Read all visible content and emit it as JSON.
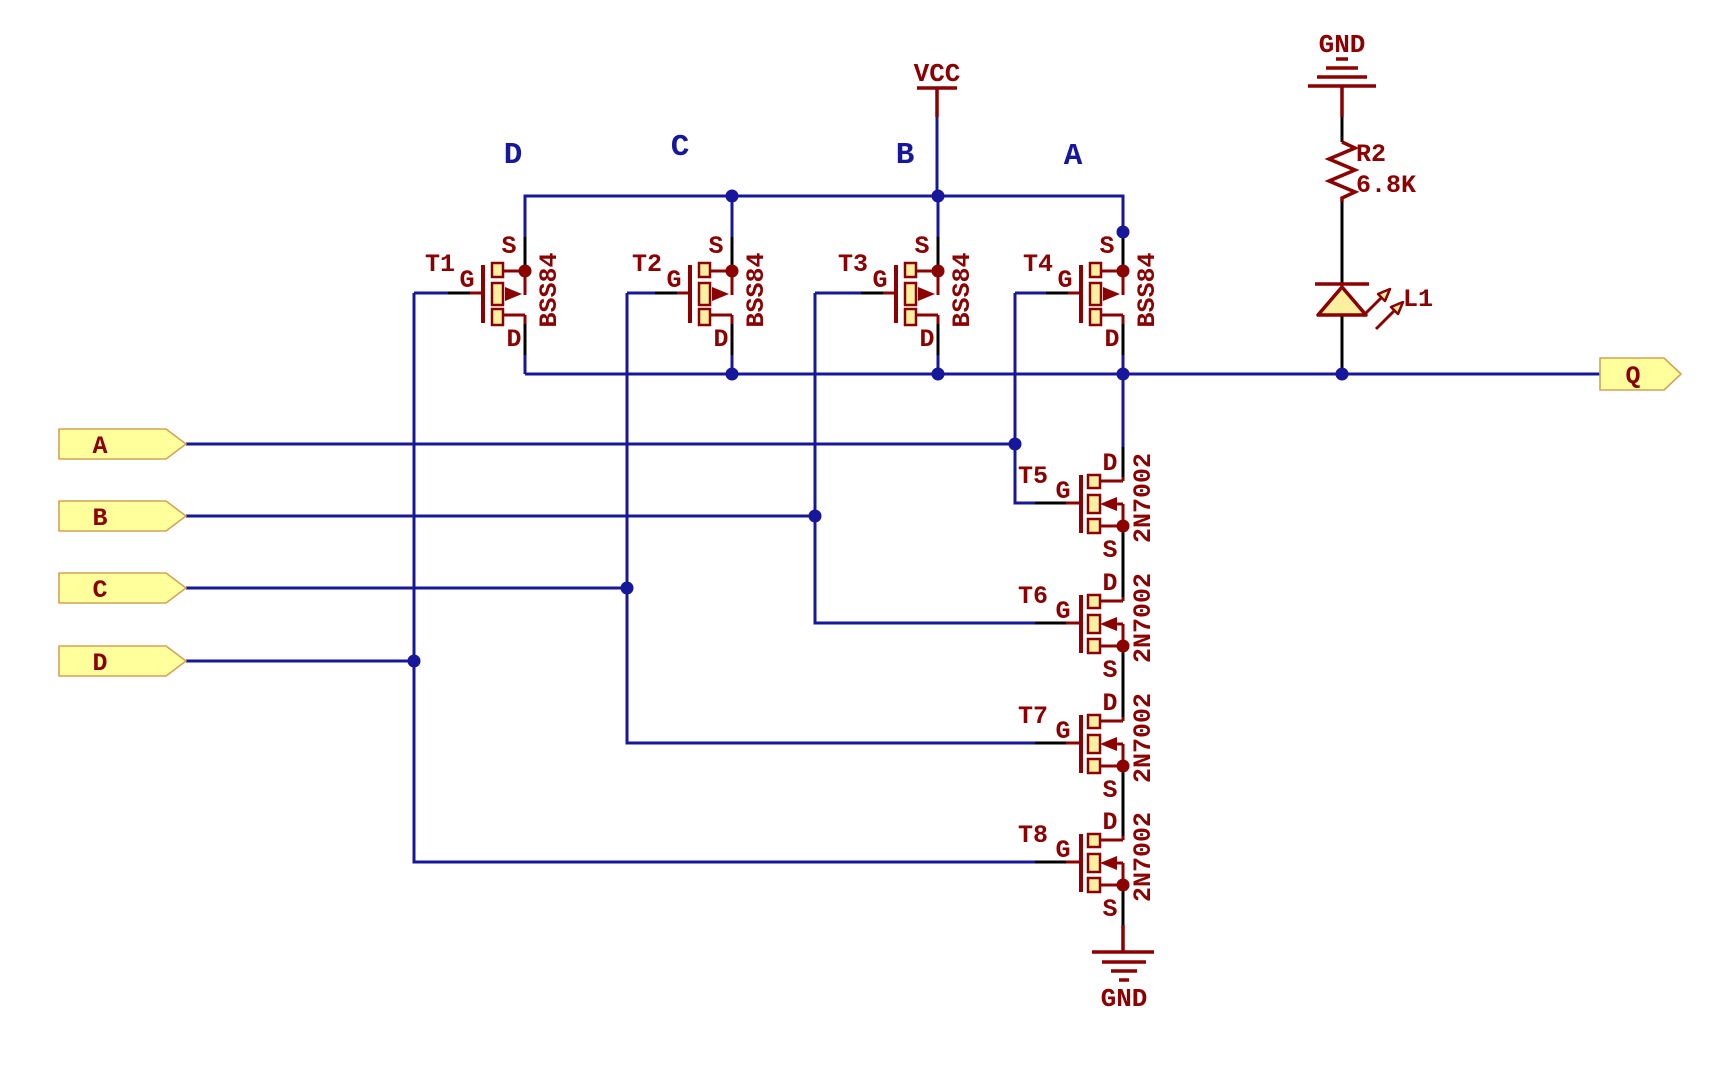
{
  "schematic": {
    "column_labels": [
      "D",
      "C",
      "B",
      "A"
    ],
    "power": {
      "vcc": "VCC",
      "gnd_top": "GND",
      "gnd_bottom": "GND"
    },
    "pmos": [
      {
        "ref": "T1",
        "part": "BSS84",
        "g": "G",
        "s": "S",
        "d": "D"
      },
      {
        "ref": "T2",
        "part": "BSS84",
        "g": "G",
        "s": "S",
        "d": "D"
      },
      {
        "ref": "T3",
        "part": "BSS84",
        "g": "G",
        "s": "S",
        "d": "D"
      },
      {
        "ref": "T4",
        "part": "BSS84",
        "g": "G",
        "s": "S",
        "d": "D"
      }
    ],
    "nmos": [
      {
        "ref": "T5",
        "part": "2N7002",
        "g": "G",
        "s": "S",
        "d": "D"
      },
      {
        "ref": "T6",
        "part": "2N7002",
        "g": "G",
        "s": "S",
        "d": "D"
      },
      {
        "ref": "T7",
        "part": "2N7002",
        "g": "G",
        "s": "S",
        "d": "D"
      },
      {
        "ref": "T8",
        "part": "2N7002",
        "g": "G",
        "s": "S",
        "d": "D"
      }
    ],
    "resistor": {
      "ref": "R2",
      "value": "6.8K"
    },
    "led": {
      "ref": "L1"
    },
    "inputs": [
      "A",
      "B",
      "C",
      "D"
    ],
    "output": "Q",
    "colors": {
      "wire": "#17179C",
      "component": "#8B0000",
      "pin": "#000000",
      "box_fill": "#FBF0A0",
      "flag_fill": "#FFFF9C",
      "flag_border": "#D4A259",
      "background": "#FFFFFF"
    }
  }
}
